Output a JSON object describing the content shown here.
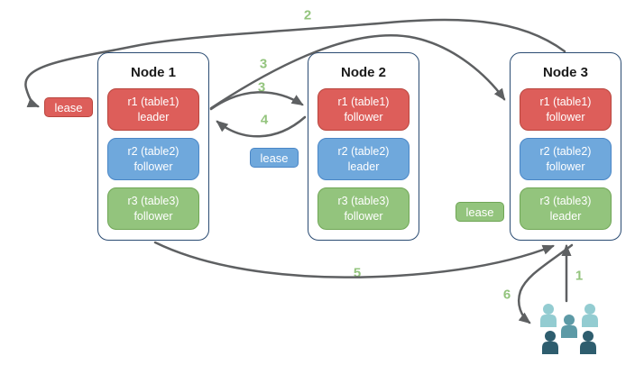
{
  "diagram": {
    "nodes": [
      {
        "title": "Node 1",
        "replicas": [
          {
            "label": "r1 (table1)",
            "role": "leader",
            "color": "#DD5E5A"
          },
          {
            "label": "r2 (table2)",
            "role": "follower",
            "color": "#6FA8DC"
          },
          {
            "label": "r3 (table3)",
            "role": "follower",
            "color": "#93C47D"
          }
        ]
      },
      {
        "title": "Node 2",
        "replicas": [
          {
            "label": "r1 (table1)",
            "role": "follower",
            "color": "#DD5E5A"
          },
          {
            "label": "r2 (table2)",
            "role": "leader",
            "color": "#6FA8DC"
          },
          {
            "label": "r3 (table3)",
            "role": "follower",
            "color": "#93C47D"
          }
        ]
      },
      {
        "title": "Node 3",
        "replicas": [
          {
            "label": "r1 (table1)",
            "role": "follower",
            "color": "#DD5E5A"
          },
          {
            "label": "r2 (table2)",
            "role": "follower",
            "color": "#6FA8DC"
          },
          {
            "label": "r3 (table3)",
            "role": "leader",
            "color": "#93C47D"
          }
        ]
      }
    ],
    "leases": [
      {
        "label": "lease",
        "color": "#DD5E5A"
      },
      {
        "label": "lease",
        "color": "#6FA8DC"
      },
      {
        "label": "lease",
        "color": "#93C47D"
      }
    ],
    "steps": [
      {
        "label": "2"
      },
      {
        "label": "3"
      },
      {
        "label": "3"
      },
      {
        "label": "4"
      },
      {
        "label": "5"
      },
      {
        "label": "6"
      },
      {
        "label": "1"
      }
    ],
    "icons": {
      "client": "users-group-icon"
    },
    "colors": {
      "node_border": "#2A4B72",
      "arrow": "#5E6062",
      "step_label": "#93C47D",
      "replica_red": "#DD5E5A",
      "replica_blue": "#6FA8DC",
      "replica_green": "#93C47D",
      "client_light": "#93CCD1",
      "client_medium": "#5D9AA6",
      "client_dark": "#2E5D6E",
      "background": "#ffffff"
    }
  }
}
